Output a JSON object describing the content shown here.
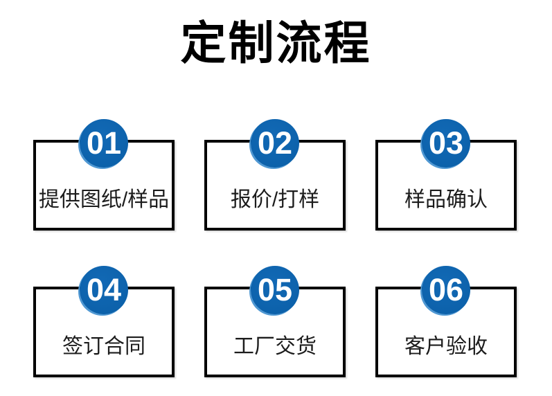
{
  "page": {
    "title": "定制流程",
    "background": "#ffffff"
  },
  "colors": {
    "circle_blue": "#0c61aa",
    "circle_highlight": "#4f98d3",
    "box_border": "#000000",
    "title_text": "#000000",
    "label_text": "#1c1c1c",
    "number_text": "#ffffff"
  },
  "steps": [
    {
      "number": "01",
      "label": "提供图纸/样品"
    },
    {
      "number": "02",
      "label": "报价/打样"
    },
    {
      "number": "03",
      "label": "样品确认"
    },
    {
      "number": "04",
      "label": "签订合同"
    },
    {
      "number": "05",
      "label": "工厂交货"
    },
    {
      "number": "06",
      "label": "客户验收"
    }
  ]
}
